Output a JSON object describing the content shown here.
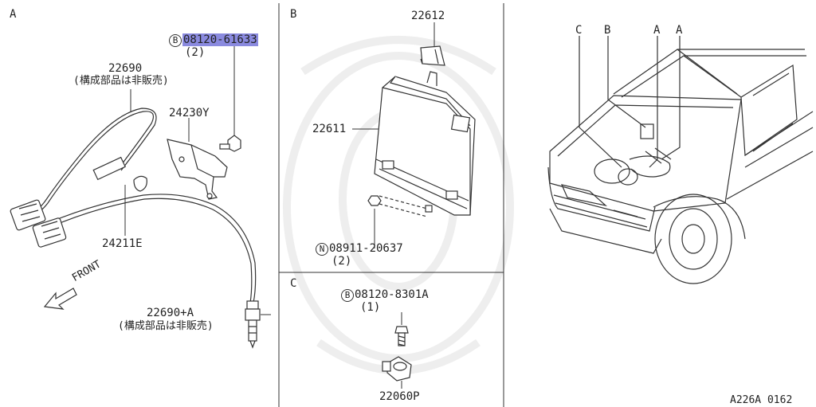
{
  "sections": {
    "a": {
      "letter": "A"
    },
    "b": {
      "letter": "B"
    },
    "c": {
      "letter": "C"
    }
  },
  "parts": {
    "bolt_a": {
      "prefix": "B",
      "number": "08120-61633",
      "qty": "(2)"
    },
    "sensor_22690": {
      "number": "22690",
      "note": "(構成部品は非販売)"
    },
    "bracket": {
      "number": "24230Y"
    },
    "clip": {
      "number": "24211E"
    },
    "sensor_22690a": {
      "number": "22690+A",
      "note": "(構成部品は非販売)"
    },
    "front": {
      "label": "FRONT"
    },
    "ecm_cover": {
      "number": "22612"
    },
    "ecm": {
      "number": "22611"
    },
    "nut_b": {
      "prefix": "N",
      "number": "08911-20637",
      "qty": "(2)"
    },
    "bolt_c": {
      "prefix": "B",
      "number": "08120-8301A",
      "qty": "(1)"
    },
    "knock_sensor": {
      "number": "22060P"
    }
  },
  "vehicle_callouts": [
    "C",
    "B",
    "A",
    "A"
  ],
  "figure_code": "A226A 0162"
}
